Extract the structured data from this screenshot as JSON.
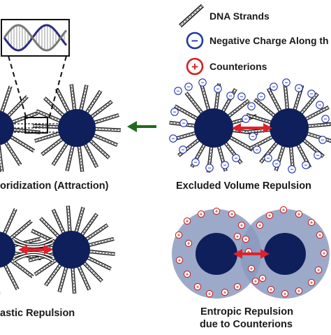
{
  "legend": {
    "dna_strands": "DNA Strands",
    "negative_charge": "Negative Charge Along th",
    "counterions": "Counterions"
  },
  "captions": {
    "hybridization": "oridization (Attraction)",
    "excluded_volume": "Excluded Volume Repulsion",
    "elastic": "astic Repulsion",
    "entropic_line1": "Entropic Repulsion",
    "entropic_line2": "due to Counterions"
  },
  "symbols": {
    "minus": "−",
    "plus": "+"
  },
  "colors": {
    "particle": "#0f1f5c",
    "arrow_red": "#e0202a",
    "arrow_green": "#1e6b1e",
    "cloud": "#8b9ac0",
    "charge_blue": "#2233aa",
    "counterion_red": "#cc2222"
  },
  "icons": [
    "dna-strand-icon",
    "negative-charge-icon",
    "counterion-icon",
    "double-helix-icon",
    "red-double-arrow-icon",
    "green-arrow-icon"
  ]
}
